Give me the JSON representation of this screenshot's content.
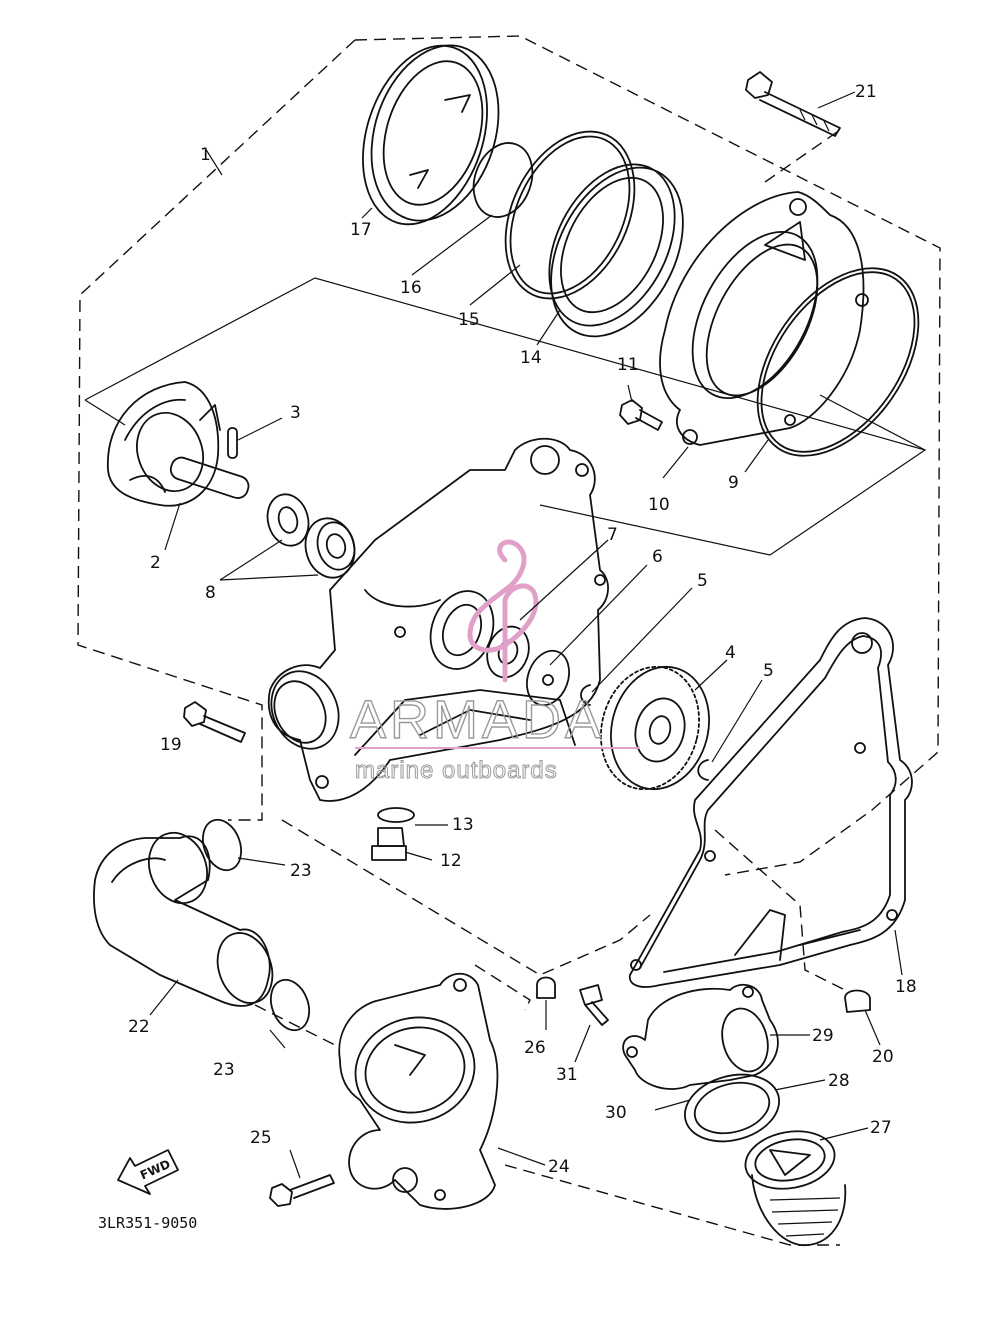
{
  "figure_code": "3LR351-9050",
  "fwd_label": "FWD",
  "watermark": {
    "brand": "ARMADA",
    "tagline": "marine outboards",
    "accent_color": "#e0a0c8"
  },
  "part_numbers": [
    "1",
    "2",
    "3",
    "4",
    "5",
    "5",
    "6",
    "7",
    "8",
    "9",
    "10",
    "11",
    "12",
    "13",
    "14",
    "15",
    "16",
    "17",
    "18",
    "19",
    "20",
    "21",
    "22",
    "23",
    "23",
    "24",
    "25",
    "26",
    "27",
    "28",
    "29",
    "30",
    "31"
  ]
}
